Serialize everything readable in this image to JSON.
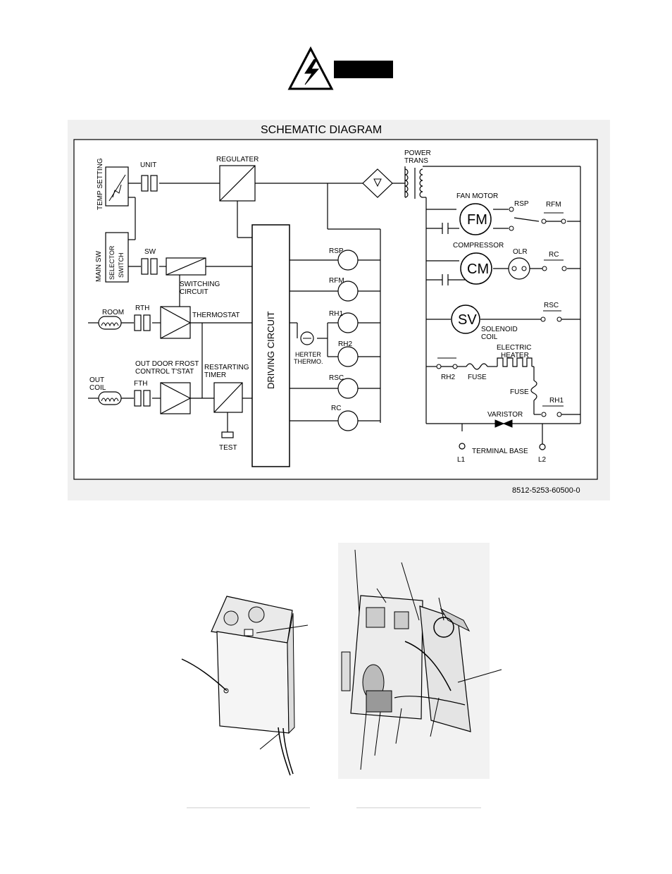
{
  "title": "SCHEMATIC DIAGRAM",
  "part_number": "8512-5253-60500-0",
  "warning_icon": "high-voltage-warning-icon",
  "colors": {
    "ink": "#000000",
    "panel_bg": "#f0f0f0",
    "photo_bg": "#f2f2f2"
  },
  "left_blocks": {
    "temp_setting": "TEMP SETTING",
    "unit": "UNIT",
    "main_sw": "MAIN SW",
    "selector": [
      "SELECTOR",
      "SWITCH"
    ],
    "sw": "SW",
    "switching_circuit": [
      "SWITCHING",
      "CIRCUIT"
    ],
    "room": "ROOM",
    "rth": "RTH",
    "thermostat": "THERMOSTAT",
    "out_door_frost": [
      "OUT DOOR FROST",
      "CONTROL T'STAT"
    ],
    "out_coil": [
      "OUT",
      "COIL"
    ],
    "fth": "FTH",
    "restarting_timer": [
      "RESTARTING",
      "TIMER"
    ],
    "test": "TEST",
    "regulater": "REGULATER",
    "driving_circuit": "DRIVING CIRCUIT"
  },
  "relays": [
    "RSP",
    "RFM",
    "RH1",
    "RH2",
    "RSC",
    "RC"
  ],
  "herter_thermo": [
    "HERTER",
    "THERMO."
  ],
  "right_blocks": {
    "power_trans": [
      "POWER",
      "TRANS"
    ],
    "fan_motor": "FAN MOTOR",
    "fm": "FM",
    "rsp": "RSP",
    "rfm": "RFM",
    "compressor": "COMPRESSOR",
    "cm": "CM",
    "olr": "OLR",
    "rc": "RC",
    "sv": "SV",
    "solenoid_coil": [
      "SOLENOID",
      "COIL"
    ],
    "rsc": "RSC",
    "electric_heater": [
      "ELECTRIC",
      "HEATER"
    ],
    "rh2": "RH2",
    "fuse1": "FUSE",
    "fuse2": "FUSE",
    "rh1": "RH1",
    "varistor": "VARISTOR",
    "terminal_base": "TERMINAL BASE",
    "l1": "L1",
    "l2": "L2"
  }
}
